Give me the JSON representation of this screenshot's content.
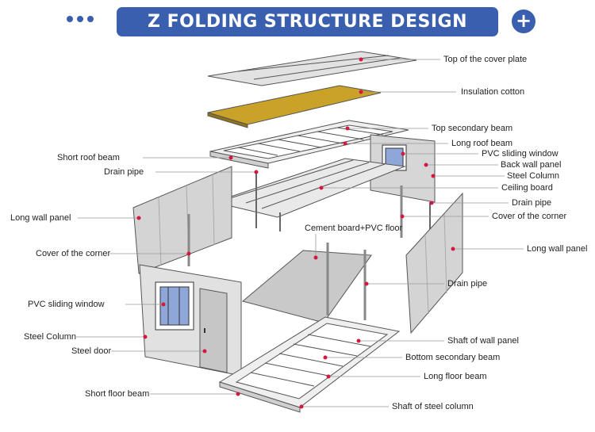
{
  "banner": {
    "title": "Z FOLDING STRUCTURE DESIGN"
  },
  "icons": {
    "menu": "three-dots-icon",
    "add": "plus-circle-icon"
  },
  "add_button_glyph": "+",
  "colors": {
    "banner": "#3a5fae",
    "insulation": "#c9a227",
    "marker": "#d4183f",
    "panel": "#dcdcdc"
  },
  "labels": {
    "top_cover_plate": "Top of the cover plate",
    "insulation_cotton": "Insulation cotton",
    "top_secondary_beam": "Top secondary beam",
    "long_roof_beam": "Long roof beam",
    "pvc_sliding_window_right": "PVC sliding window",
    "back_wall_panel": "Back wall panel",
    "steel_column_right": "Steel Column",
    "ceiling_board": "Ceiling board",
    "drain_pipe_right_top": "Drain pipe",
    "cover_corner_right": "Cover of the corner",
    "long_wall_panel_right": "Long wall panel",
    "drain_pipe_right_mid": "Drain pipe",
    "shaft_wall_panel": "Shaft of wall panel",
    "bottom_secondary_beam": "Bottom secondary beam",
    "long_floor_beam": "Long floor beam",
    "shaft_steel_column": "Shaft of steel column",
    "short_roof_beam": "Short roof beam",
    "drain_pipe_left": "Drain pipe",
    "long_wall_panel_left": "Long wall panel",
    "cover_corner_left": "Cover of the corner",
    "cement_board": "Cement board+PVC floor",
    "pvc_sliding_window_left": "PVC sliding window",
    "steel_column_left": "Steel Column",
    "steel_door": "Steel door",
    "short_floor_beam": "Short floor beam"
  }
}
